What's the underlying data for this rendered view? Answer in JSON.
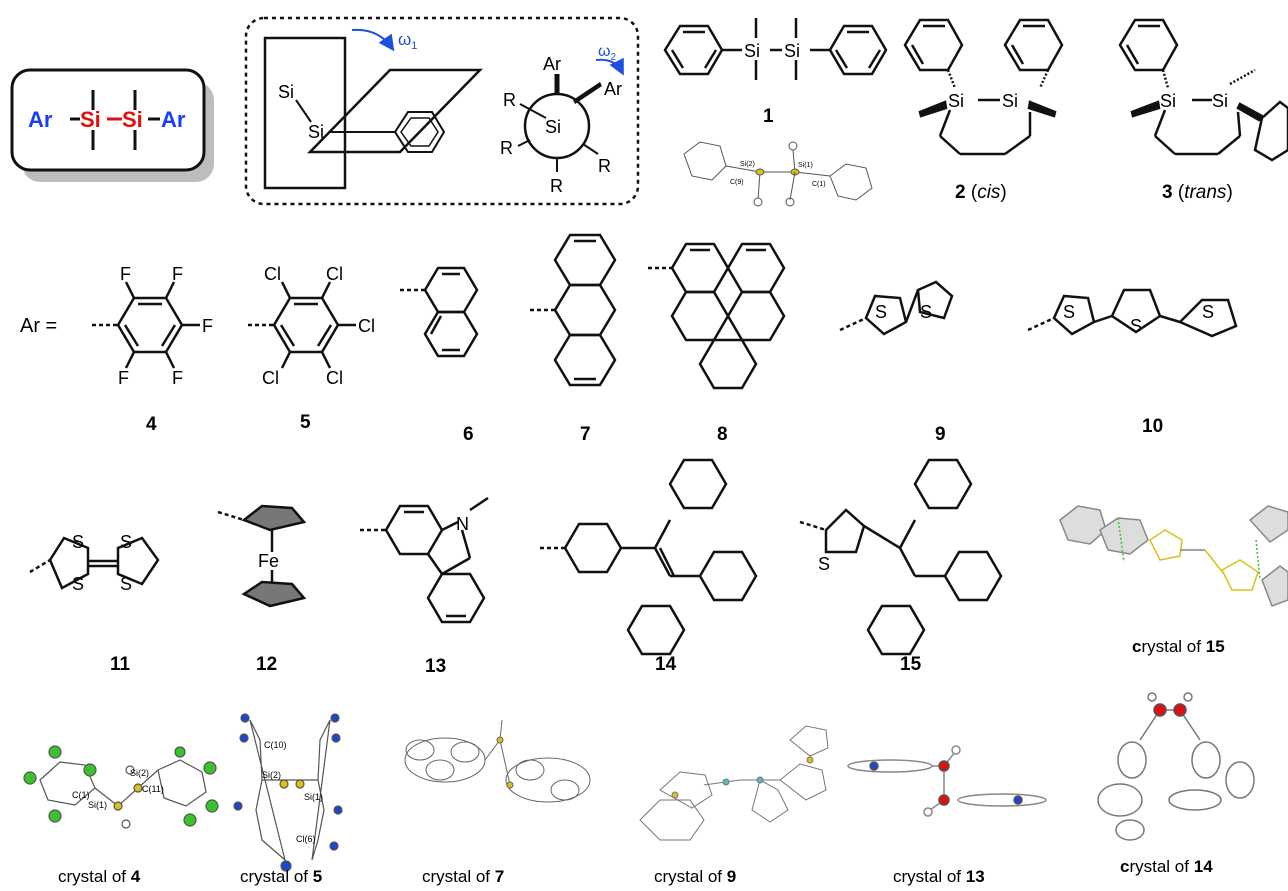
{
  "general_formula": {
    "ar": "Ar",
    "si": "Si",
    "si2": "Si",
    "ar2": "Ar"
  },
  "torsion": {
    "si_top": "Si",
    "si_bottom": "Si",
    "omega1": "ω",
    "omega1_sub": "1",
    "omega2": "ω",
    "omega2_sub": "2",
    "newman_si": "Si",
    "newman_ar1": "Ar",
    "newman_ar2": "Ar",
    "newman_r": "R"
  },
  "ar_equals": "Ar =",
  "atoms": {
    "F": "F",
    "Cl": "Cl",
    "S": "S",
    "N": "N",
    "Fe": "Fe",
    "Si": "Si"
  },
  "compounds": {
    "c1": "1",
    "c2": "2",
    "c2_iso": "cis",
    "c3": "3",
    "c3_iso": "trans",
    "c4": "4",
    "c5": "5",
    "c6": "6",
    "c7": "7",
    "c8": "8",
    "c9": "9",
    "c10": "10",
    "c11": "11",
    "c12": "12",
    "c13": "13",
    "c14": "14",
    "c15": "15"
  },
  "crystal_prefix": "crystal of",
  "crystal_prefix_cap_c": "c",
  "crystal_prefix_rest": "rystal of",
  "ortep_labels": {
    "c1_si2": "Si(2)",
    "c1_si1": "Si(1)",
    "c1_c9": "C(9)",
    "c1_c1": "C(1)",
    "c4_si2": "Si(2)",
    "c4_si1": "Si(1)",
    "c4_c1": "C(1)",
    "c4_c11": "C(11)",
    "c5_c10": "C(10)",
    "c5_si2": "Si(2)",
    "c5_si1": "Si(1)",
    "c5_cl6": "Cl(6)"
  },
  "colors": {
    "ar": "#1a3cff",
    "si": "#e01010",
    "arrow": "#1f4fe0",
    "fluorine": "#3ac22a",
    "chlorine": "#1f46c8",
    "silicon_atom": "#d8c21a",
    "sulfur": "#e3d21a",
    "oxygen_red": "#e01010"
  }
}
